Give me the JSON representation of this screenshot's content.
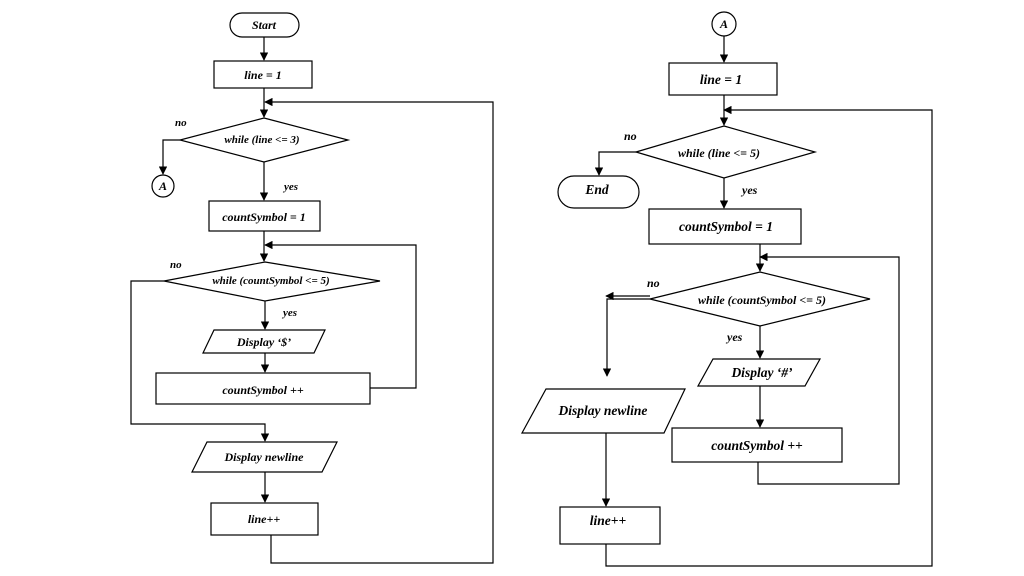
{
  "left": {
    "start": "Start",
    "line_init": "line = 1",
    "while_line": "while (line <= 3)",
    "no_outer": "no",
    "connector": "A",
    "yes_outer": "yes",
    "count_init": "countSymbol = 1",
    "while_count": "while (countSymbol <= 5)",
    "no_inner": "no",
    "yes_inner": "yes",
    "display_symbol": "Display  ‘$’",
    "count_inc": "countSymbol ++",
    "display_newline": "Display newline",
    "line_inc": "line++"
  },
  "right": {
    "connector": "A",
    "line_init": "line = 1",
    "while_line": "while (line  <= 5)",
    "no_outer": "no",
    "end": "End",
    "yes_outer": "yes",
    "count_init": "countSymbol = 1",
    "while_count": "while (countSymbol  <=  5)",
    "no_inner": "no",
    "yes_inner": "yes",
    "display_symbol": "Display  ‘#’",
    "count_inc": "countSymbol ++",
    "display_newline": "Display newline",
    "line_inc": "line++"
  }
}
